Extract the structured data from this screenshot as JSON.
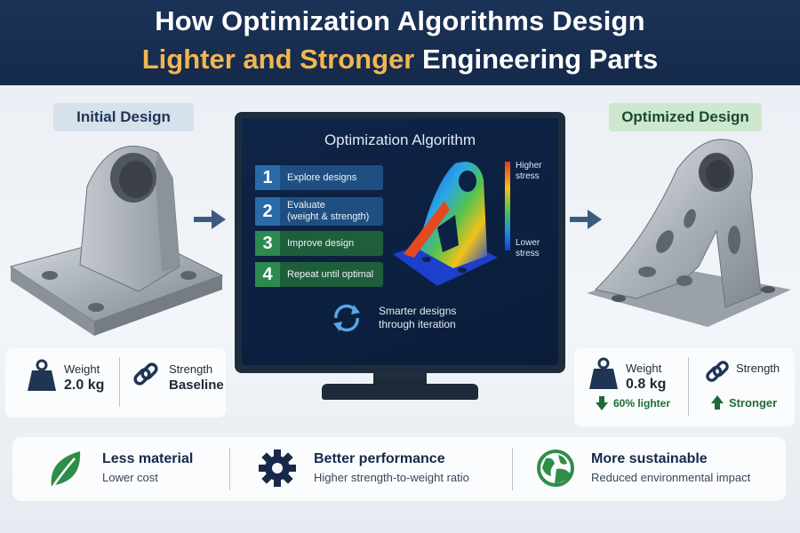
{
  "header": {
    "title_line1": "How Optimization Algorithms Design",
    "title_highlight": "Lighter and Stronger",
    "title_rest": " Engineering Parts"
  },
  "initial": {
    "label": "Initial Design",
    "weight_label": "Weight",
    "weight_value": "2.0 kg",
    "strength_label": "Strength",
    "strength_value": "Baseline"
  },
  "optimized": {
    "label": "Optimized Design",
    "weight_label": "Weight",
    "weight_value": "0.8 kg",
    "weight_change": "60% lighter",
    "strength_label": "Strength",
    "strength_value": "Stronger"
  },
  "algorithm": {
    "title": "Optimization Algorithm",
    "steps": [
      {
        "num": "1",
        "label": "Explore designs"
      },
      {
        "num": "2",
        "label": "Evaluate",
        "label2": "(weight & strength)"
      },
      {
        "num": "3",
        "label": "Improve design"
      },
      {
        "num": "4",
        "label": "Repeat until optimal"
      }
    ],
    "legend_high": [
      "Higher",
      "stress"
    ],
    "legend_low": [
      "Lower",
      "stress"
    ],
    "cycle_text": [
      "Smarter designs",
      "through iteration"
    ]
  },
  "benefits": [
    {
      "title": "Less material",
      "subtitle": "Lower cost",
      "icon": "leaf-icon"
    },
    {
      "title": "Better performance",
      "subtitle": "Higher strength-to-weight ratio",
      "icon": "gear-icon"
    },
    {
      "title": "More sustainable",
      "subtitle": "Reduced environmental impact",
      "icon": "globe-icon"
    }
  ],
  "colors": {
    "header_bg": "#1b3358",
    "highlight": "#f2b64f",
    "step_blue": "#2b6aa8",
    "step_green": "#2d8a4f",
    "positive": "#1e6b35"
  }
}
